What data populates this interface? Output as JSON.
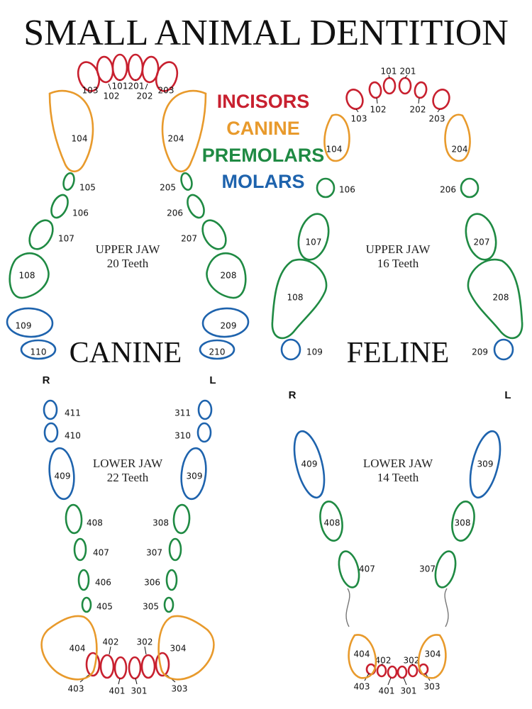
{
  "title": "SMALL ANIMAL DENTITION",
  "legend": [
    {
      "label": "INCISORS",
      "color": "#c8202f"
    },
    {
      "label": "CANINE",
      "color": "#e89a2c"
    },
    {
      "label": "PREMOLARS",
      "color": "#1f8a43"
    },
    {
      "label": "MOLARS",
      "color": "#1e63ad"
    }
  ],
  "canine": {
    "name": "CANINE",
    "upper_label": "UPPER JAW",
    "upper_count": "20 Teeth",
    "lower_label": "LOWER JAW",
    "lower_count": "22 Teeth",
    "side_r": "R",
    "side_l": "L"
  },
  "feline": {
    "name": "FELINE",
    "upper_label": "UPPER JAW",
    "upper_count": "16 Teeth",
    "lower_label": "LOWER JAW",
    "lower_count": "14 Teeth",
    "side_r": "R",
    "side_l": "L"
  },
  "teeth": {
    "canine_upper": [
      "101",
      "102",
      "103",
      "104",
      "105",
      "106",
      "107",
      "108",
      "109",
      "110",
      "201",
      "202",
      "203",
      "204",
      "205",
      "206",
      "207",
      "208",
      "209",
      "210"
    ],
    "canine_lower": [
      "301",
      "302",
      "303",
      "304",
      "305",
      "306",
      "307",
      "308",
      "309",
      "310",
      "311",
      "401",
      "402",
      "403",
      "404",
      "405",
      "406",
      "407",
      "408",
      "409",
      "410",
      "411"
    ],
    "feline_upper": [
      "101",
      "102",
      "103",
      "104",
      "106",
      "107",
      "108",
      "109",
      "201",
      "202",
      "203",
      "204",
      "206",
      "207",
      "208",
      "209"
    ],
    "feline_lower": [
      "301",
      "302",
      "303",
      "304",
      "307",
      "308",
      "309",
      "401",
      "402",
      "403",
      "404",
      "407",
      "408",
      "409"
    ]
  }
}
